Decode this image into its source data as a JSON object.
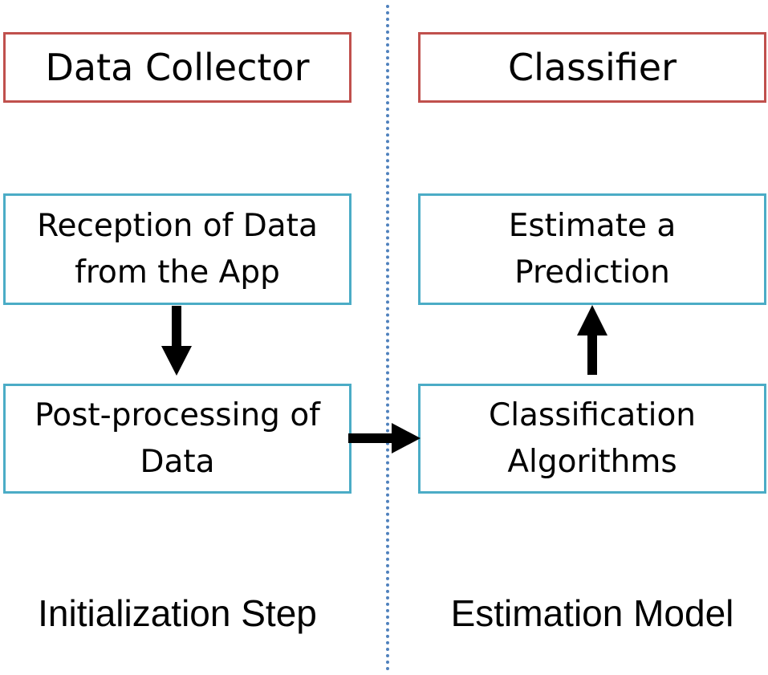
{
  "left": {
    "header": "Data Collector",
    "box_top": {
      "line1": "Reception of Data",
      "line2": "from the App"
    },
    "box_bottom": {
      "line1": "Post-processing of",
      "line2": "Data"
    },
    "caption": "Initialization Step"
  },
  "right": {
    "header": "Classifier",
    "box_top": {
      "line1": "Estimate a",
      "line2": "Prediction"
    },
    "box_bottom": {
      "line1": "Classification",
      "line2": "Algorithms"
    },
    "caption": "Estimation Model"
  },
  "colors": {
    "header_border": "#c0504d",
    "step_border": "#4bacc6",
    "divider": "#4f81bd",
    "arrow": "#000000"
  }
}
